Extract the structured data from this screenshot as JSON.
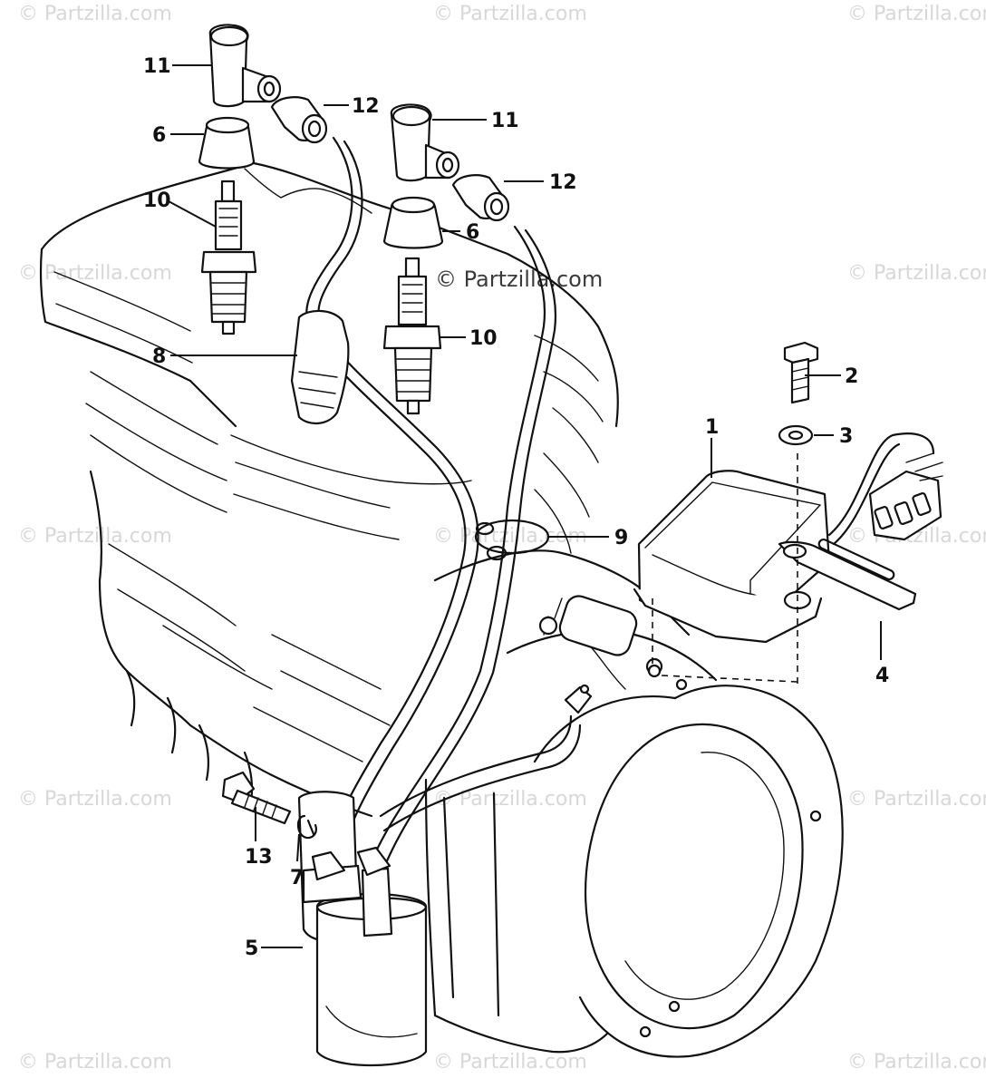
{
  "watermarks": {
    "tl": "© Partzilla.com",
    "tc": "© Partzilla.com",
    "tr": "© Partzilla.com",
    "ml": "© Partzilla.com",
    "mc": "© Partzilla.com",
    "mr": "© Partzilla.com",
    "ll": "© Partzilla.com",
    "lc": "© Partzilla.com",
    "lr": "© Partzilla.com",
    "bl": "© Partzilla.com",
    "bc": "© Partzilla.com",
    "br": "© Partzilla.com",
    "cl": "© Partzilla.com",
    "cr": "© Partzilla.com"
  },
  "callouts": {
    "c11a": "11",
    "c12a": "12",
    "c6a": "6",
    "c10a": "10",
    "c11b": "11",
    "c12b": "12",
    "c6b": "6",
    "c10b": "10",
    "c8": "8",
    "c2": "2",
    "c3": "3",
    "c1": "1",
    "c9": "9",
    "c4": "4",
    "c13": "13",
    "c7": "7",
    "c5": "5"
  }
}
